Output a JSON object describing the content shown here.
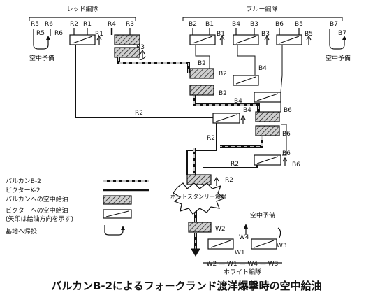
{
  "caption": "バルカンB-2によるフォークランド渡洋爆撃時の空中給油",
  "groups": {
    "red": "レッド編隊",
    "blue": "ブルー編隊",
    "white": "ホワイト編隊"
  },
  "spare_left": "空中予備",
  "spare_right": "空中予備",
  "spare_white": "空中予備",
  "storm": "ボートスタンリー爆撃",
  "legend": {
    "vulcan": "バルカンB-2",
    "victor": "ビクターK-2",
    "vulcan_refuel": "バルカンへの空中給油",
    "victor_refuel_1": "ビクターへの空中給油",
    "victor_refuel_2": "(矢印は給油方向を示す)",
    "return": "基地へ帰投"
  },
  "labels": {
    "R5": "R5",
    "R6": "R6",
    "R2": "R2",
    "R1": "R1",
    "R4": "R4",
    "R3": "R3",
    "B2": "B2",
    "B1": "B1",
    "B4": "B4",
    "B3": "B3",
    "B6": "B6",
    "B5": "B5",
    "B7": "B7",
    "W1": "W1",
    "W2": "W2",
    "W3": "W3",
    "W4": "W4"
  },
  "white_row": "W2 — W1 — W4 — W3"
}
